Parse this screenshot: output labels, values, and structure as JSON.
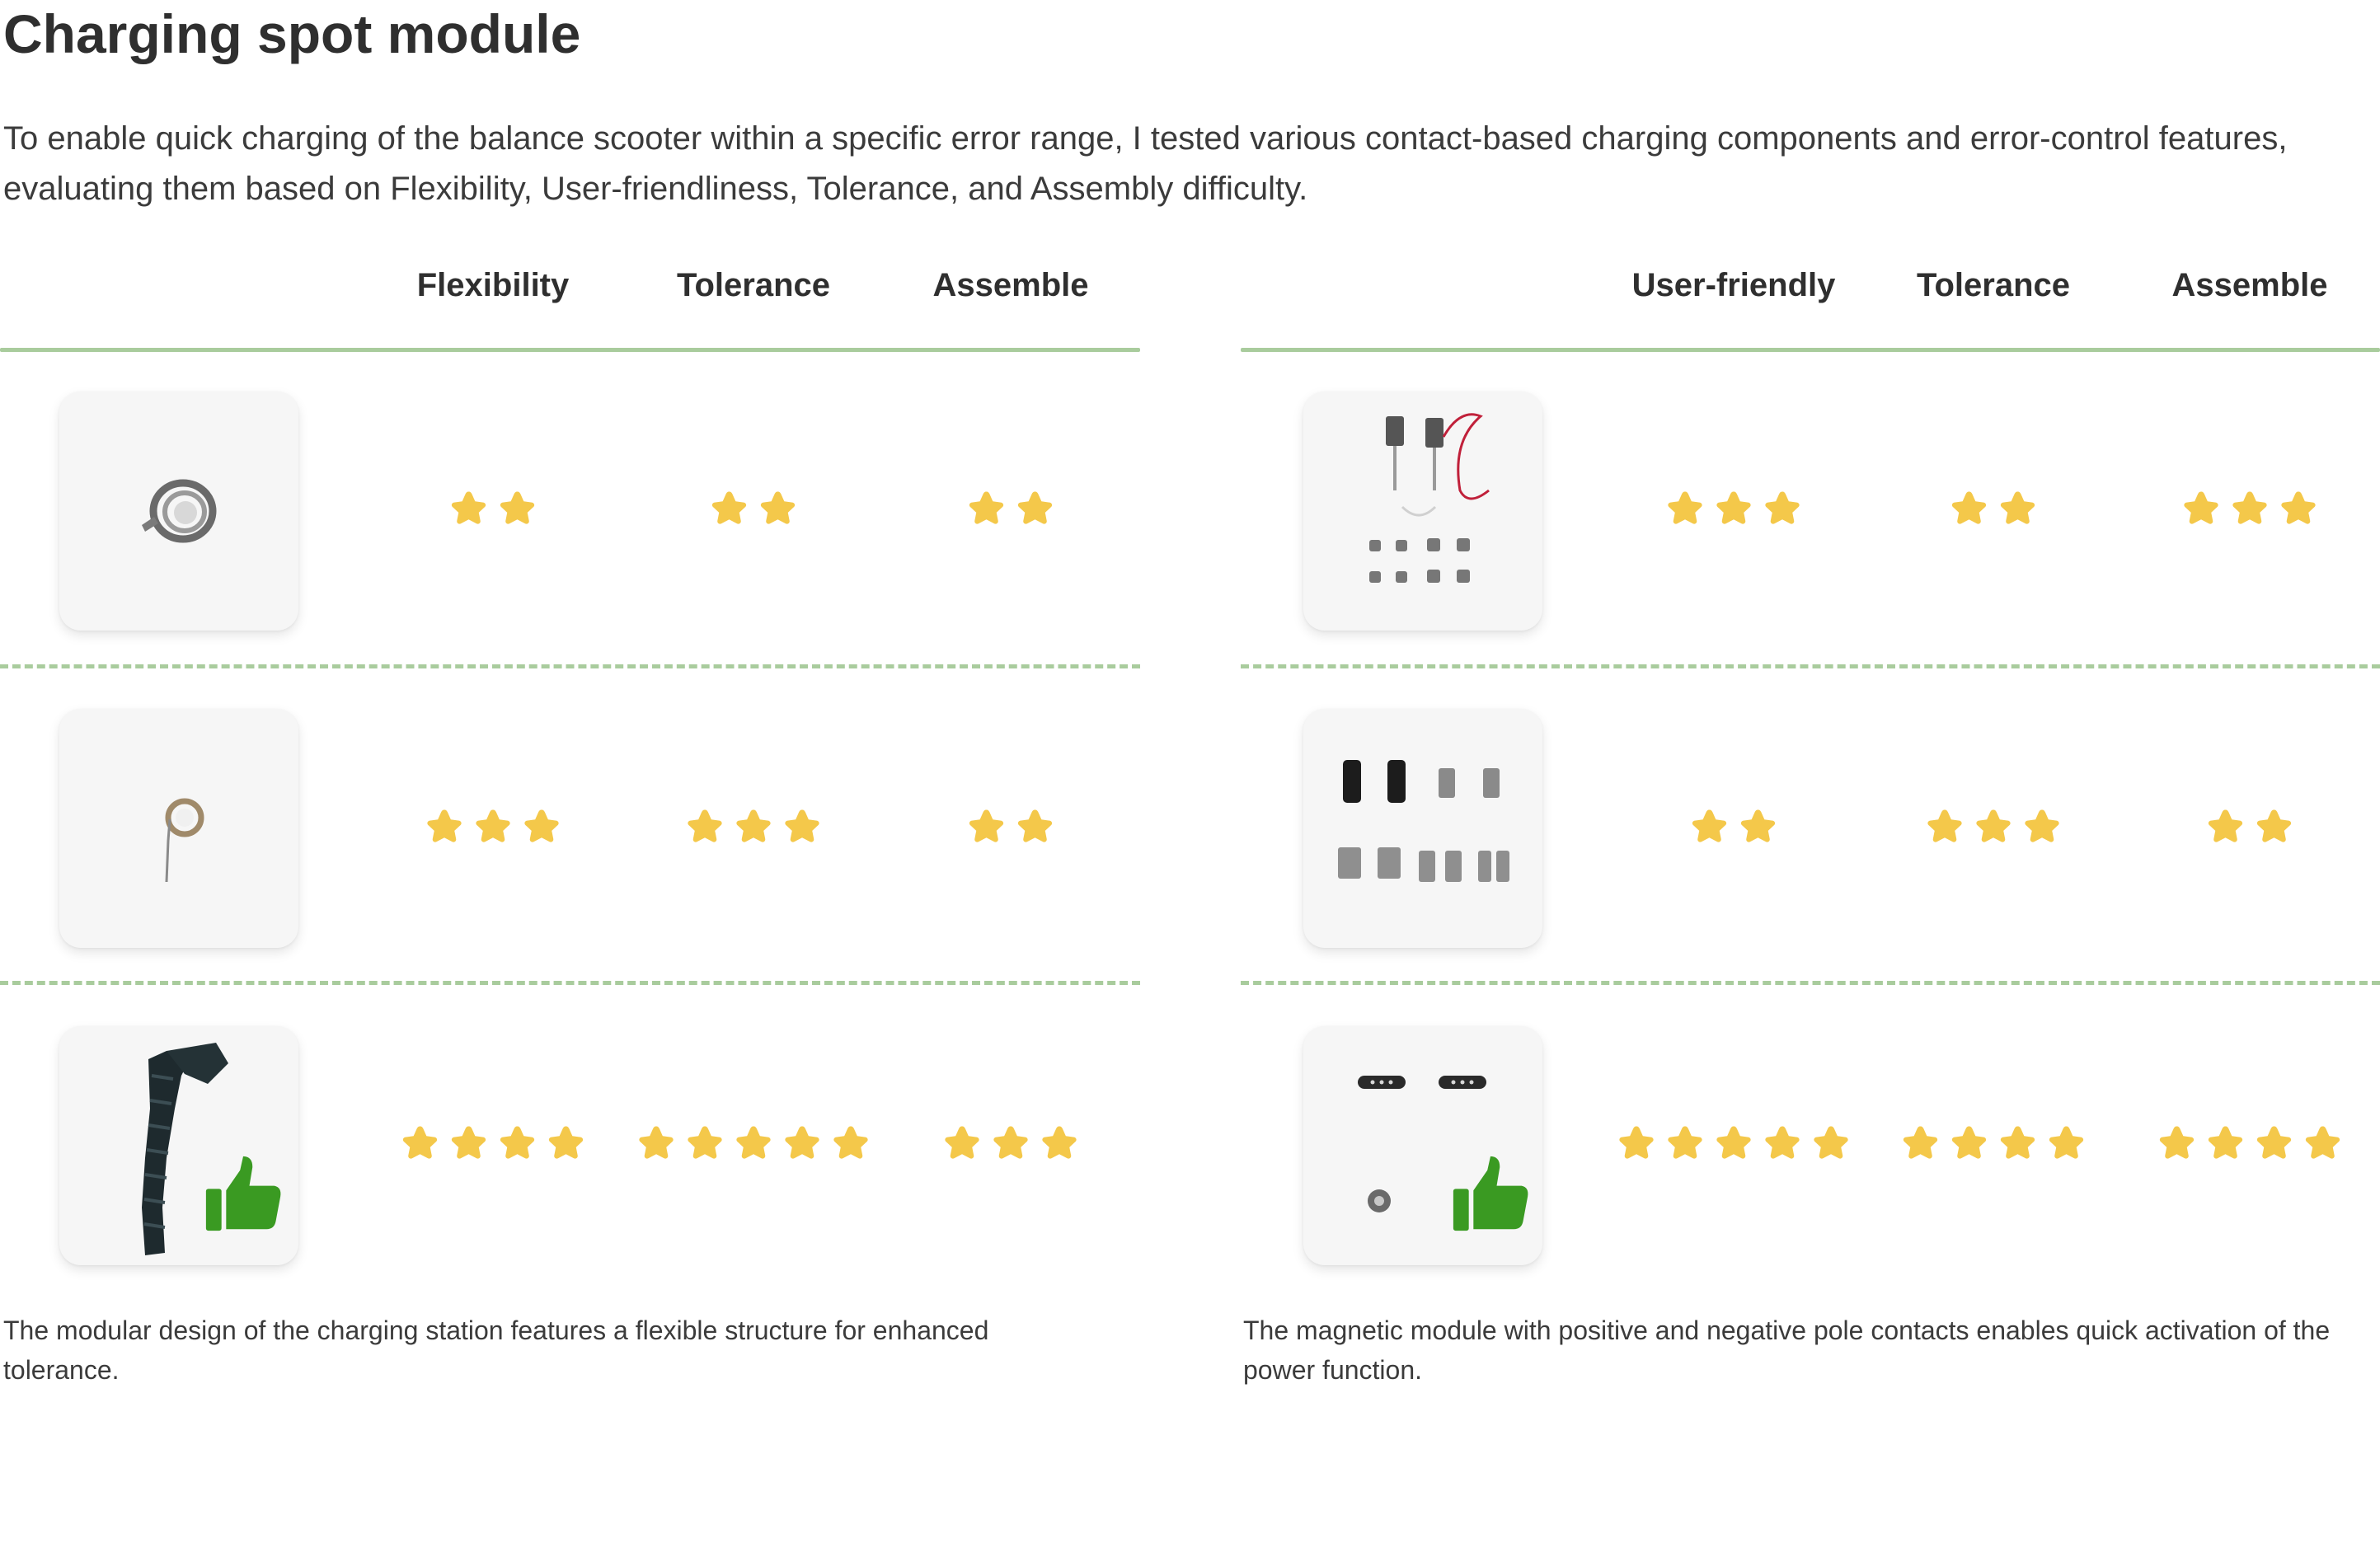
{
  "page": {
    "title": "Charging spot module",
    "intro": "To enable quick charging of the balance scooter within a specific error range, I tested various contact-based charging components and error-control features, evaluating them based on Flexibility, User-friendliness, Tolerance, and Assembly difficulty."
  },
  "left_table": {
    "headers": [
      "Flexibility",
      "Tolerance",
      "Assemble"
    ],
    "rows": [
      {
        "image": "coiled-spring-contact",
        "ratings": [
          2,
          2,
          2
        ],
        "recommended": false
      },
      {
        "image": "spiral-spring-contact",
        "ratings": [
          3,
          3,
          2
        ],
        "recommended": false
      },
      {
        "image": "flexible-strap-module",
        "ratings": [
          4,
          5,
          3
        ],
        "recommended": true
      }
    ],
    "caption": "The modular design of the charging station features a flexible structure for enhanced tolerance."
  },
  "right_table": {
    "headers": [
      "User-friendly",
      "Tolerance",
      "Assemble"
    ],
    "rows": [
      {
        "image": "wired-pogo-pin-kit",
        "ratings": [
          3,
          2,
          3
        ],
        "recommended": false
      },
      {
        "image": "metal-clip-contacts",
        "ratings": [
          2,
          3,
          2
        ],
        "recommended": false
      },
      {
        "image": "magnetic-pogo-connectors",
        "ratings": [
          5,
          4,
          4
        ],
        "recommended": true
      }
    ],
    "caption": "The magnetic module with positive and negative pole contacts enables quick activation of the power function."
  },
  "colors": {
    "star": "#f4c84a",
    "divider": "#a9cc9d",
    "thumbs_up": "#3a9a22",
    "title": "#2f2f2f",
    "text": "#3b3b3b"
  },
  "icons": {
    "rating": "star-icon",
    "recommended": "thumbs-up-icon"
  }
}
